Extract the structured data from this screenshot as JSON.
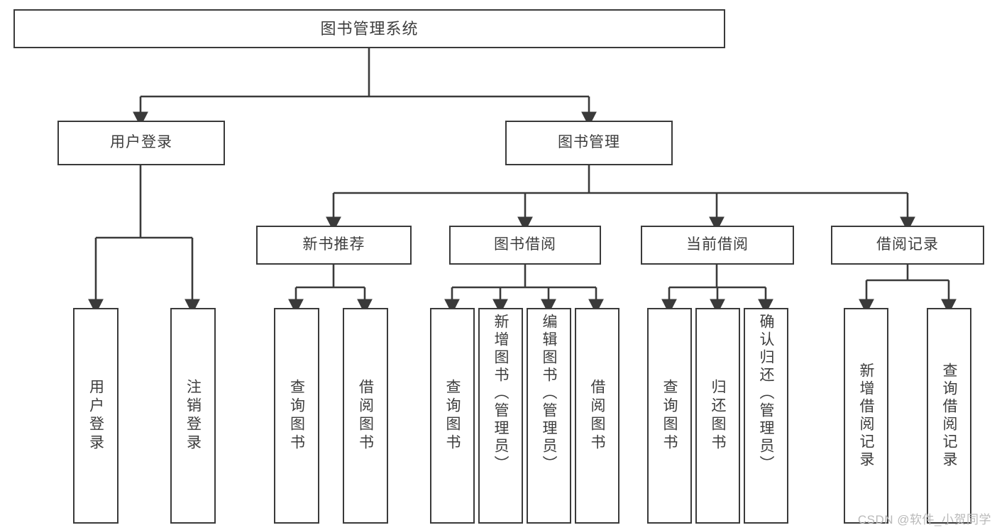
{
  "diagram": {
    "title": "图书管理系统",
    "type": "tree-hierarchy",
    "watermark": "CSDN @软件_小贺同学"
  },
  "root": {
    "label": "图书管理系统"
  },
  "level2": [
    {
      "label": "用户登录"
    },
    {
      "label": "图书管理"
    }
  ],
  "level3": [
    {
      "label": "新书推荐"
    },
    {
      "label": "图书借阅"
    },
    {
      "label": "当前借阅"
    },
    {
      "label": "借阅记录"
    }
  ],
  "leaves": {
    "user_login": [
      {
        "label": "用户登录"
      },
      {
        "label": "注销登录"
      }
    ],
    "new_book": [
      {
        "label": "查询图书"
      },
      {
        "label": "借阅图书"
      }
    ],
    "book_borrow": [
      {
        "label": "查询图书"
      },
      {
        "label": "新增图书（管理员）"
      },
      {
        "label": "编辑图书（管理员）"
      },
      {
        "label": "借阅图书"
      }
    ],
    "current_borrow": [
      {
        "label": "查询图书"
      },
      {
        "label": "归还图书"
      },
      {
        "label": "确认归还（管理员）"
      }
    ],
    "borrow_record": [
      {
        "label": "新增借阅记录"
      },
      {
        "label": "查询借阅记录"
      }
    ]
  },
  "colors": {
    "stroke": "#3a3a3a",
    "text": "#3d3d3d",
    "background": "#ffffff",
    "watermark": "#b9b9b9"
  }
}
